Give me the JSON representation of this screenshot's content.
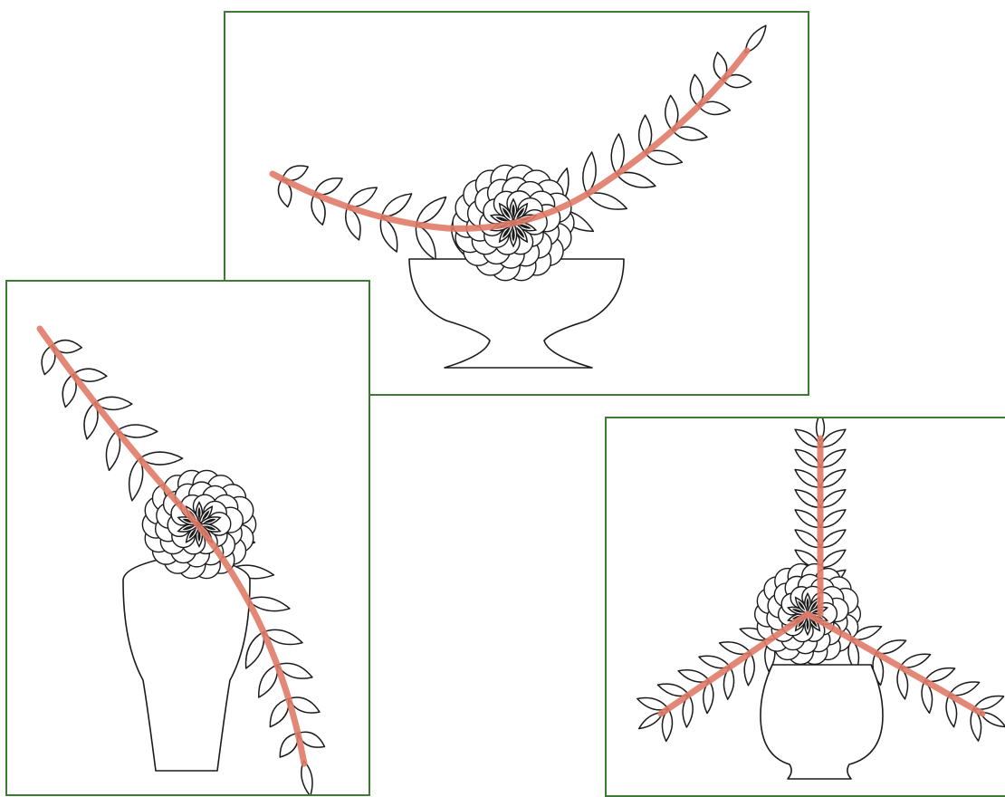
{
  "figure": {
    "panels": [
      {
        "id": "top",
        "arrangement": "crescent",
        "container": "footed-bowl"
      },
      {
        "id": "left",
        "arrangement": "diagonal",
        "container": "tall-vase"
      },
      {
        "id": "right",
        "arrangement": "triangle",
        "container": "round-pot"
      }
    ]
  },
  "colors": {
    "frame": "#3d7a34",
    "line": "#e07a68",
    "ink": "#1a1a1a",
    "paper": "#ffffff"
  },
  "icons": {
    "flower": "chrysanthemum-icon",
    "leaf": "leaf-icon",
    "container": "vase-icon"
  }
}
